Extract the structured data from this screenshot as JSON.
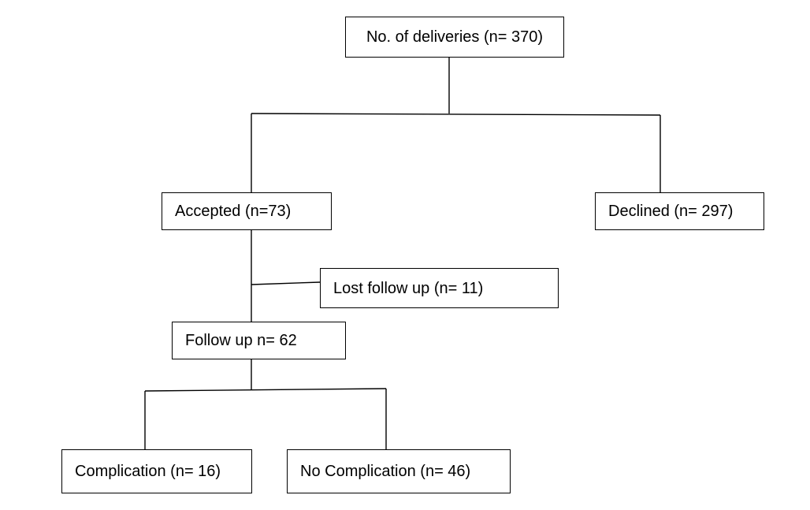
{
  "nodes": {
    "total": "No. of deliveries (n= 370)",
    "accepted": "Accepted (n=73)",
    "declined": "Declined (n= 297)",
    "lost_follow_up": "Lost follow up (n= 11)",
    "follow_up": "Follow up n= 62",
    "complication": "Complication (n= 16)",
    "no_complication": "No Complication (n= 46)"
  },
  "colors": {
    "line": "#000000",
    "box_border": "#000000",
    "box_fill": "#ffffff",
    "text": "#000000"
  }
}
